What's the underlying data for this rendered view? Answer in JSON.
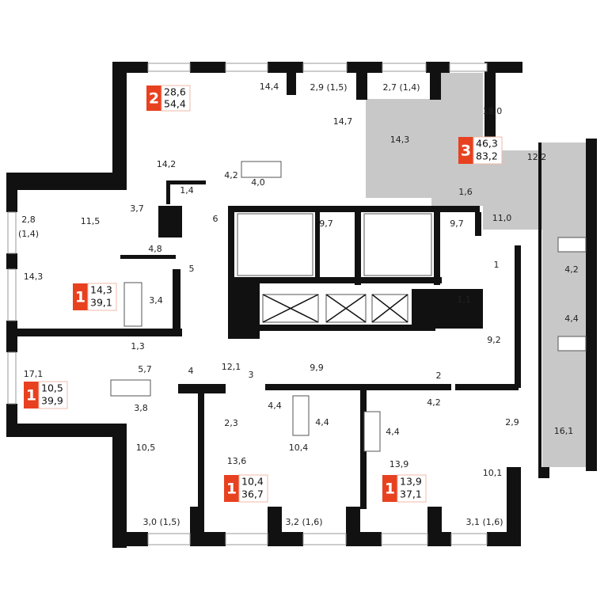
{
  "accent_color": "#e8411f",
  "apartment_badges": [
    {
      "rooms": "2",
      "living_area": "28,6",
      "total_area": "54,4"
    },
    {
      "rooms": "3",
      "living_area": "46,3",
      "total_area": "83,2"
    },
    {
      "rooms": "1",
      "living_area": "14,3",
      "total_area": "39,1"
    },
    {
      "rooms": "1",
      "living_area": "10,5",
      "total_area": "39,9"
    },
    {
      "rooms": "1",
      "living_area": "10,4",
      "total_area": "36,7"
    },
    {
      "rooms": "1",
      "living_area": "13,9",
      "total_area": "37,1"
    }
  ],
  "room_labels": [
    "14,4",
    "2,9 (1,5)",
    "2,7 (1,4)",
    "18,0",
    "14,7",
    "14,3",
    "12,2",
    "14,2",
    "4,2",
    "4,0",
    "1,4",
    "1,6",
    "3,7",
    "2,8",
    "(1,4)",
    "11,5",
    "6",
    "9,7",
    "9,7",
    "11,0",
    "1",
    "4,8",
    "5",
    "4,2",
    "14,3",
    "3,4",
    "4,4",
    "1,1",
    "9,2",
    "1,3",
    "17,1",
    "5,7",
    "4",
    "12,1",
    "3",
    "9,9",
    "2",
    "3,8",
    "4,4",
    "4,4",
    "4,2",
    "2,3",
    "4,4",
    "2,9",
    "16,1",
    "10,5",
    "13,6",
    "10,4",
    "13,9",
    "10,1",
    "3,0 (1,5)",
    "3,2 (1,6)",
    "3,1 (1,6)"
  ]
}
